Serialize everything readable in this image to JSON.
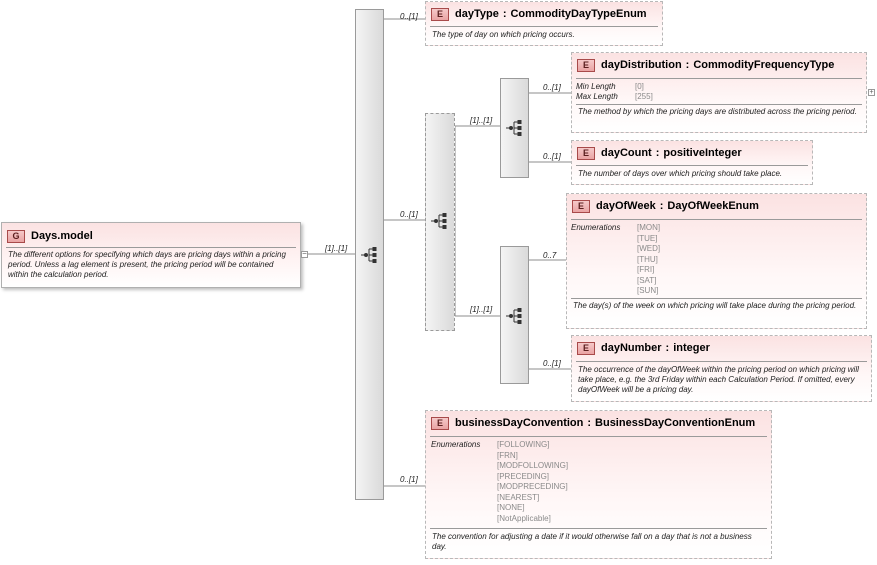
{
  "colors": {
    "element_fill": "#fbe2e2",
    "badge": "#e9a3a3",
    "line": "#9a9a9a"
  },
  "root": {
    "badge": "G",
    "name": "Days.model",
    "doc": "The different options for specifying which days are pricing days within a pricing period. Unless a lag element is present, the pricing period will be contained within the calculation period."
  },
  "cardinalities": {
    "root_to_seq": "[1]..[1]",
    "day_type": "0..[1]",
    "choice": "0..[1]",
    "seq1": "[1]..[1]",
    "day_distribution": "0..[1]",
    "day_count": "0..[1]",
    "seq2": "[1]..[1]",
    "day_of_week": "0..7",
    "day_number": "0..[1]",
    "business_day_convention": "0..[1]"
  },
  "elements": {
    "day_type": {
      "badge": "E",
      "name": "dayType",
      "type": "CommodityDayTypeEnum",
      "doc": "The type of day on which pricing occurs."
    },
    "day_distribution": {
      "badge": "E",
      "name": "dayDistribution",
      "type": "CommodityFrequencyType",
      "facets": [
        {
          "label": "Min Length",
          "value": "[0]"
        },
        {
          "label": "Max Length",
          "value": "[255]"
        }
      ],
      "doc": "The method by which the pricing days are distributed across the pricing period."
    },
    "day_count": {
      "badge": "E",
      "name": "dayCount",
      "type": "positiveInteger",
      "doc": "The number of days over which pricing should take place."
    },
    "day_of_week": {
      "badge": "E",
      "name": "dayOfWeek",
      "type": "DayOfWeekEnum",
      "enum_label": "Enumerations",
      "enums": [
        "[MON]",
        "[TUE]",
        "[WED]",
        "[THU]",
        "[FRI]",
        "[SAT]",
        "[SUN]"
      ],
      "doc": "The day(s) of the week on which pricing will take place during the pricing period."
    },
    "day_number": {
      "badge": "E",
      "name": "dayNumber",
      "type": "integer",
      "doc": "The occurrence of the dayOfWeek within the pricing period on which pricing will take place, e.g. the 3rd Friday within each Calculation Period. If omitted, every dayOfWeek will be a pricing day."
    },
    "business_day_convention": {
      "badge": "E",
      "name": "businessDayConvention",
      "type": "BusinessDayConventionEnum",
      "enum_label": "Enumerations",
      "enums": [
        "[FOLLOWING]",
        "[FRN]",
        "[MODFOLLOWING]",
        "[PRECEDING]",
        "[MODPRECEDING]",
        "[NEAREST]",
        "[NONE]",
        "[NotApplicable]"
      ],
      "doc": "The convention for adjusting a date if it would otherwise fall on a day that is not a business day."
    }
  }
}
